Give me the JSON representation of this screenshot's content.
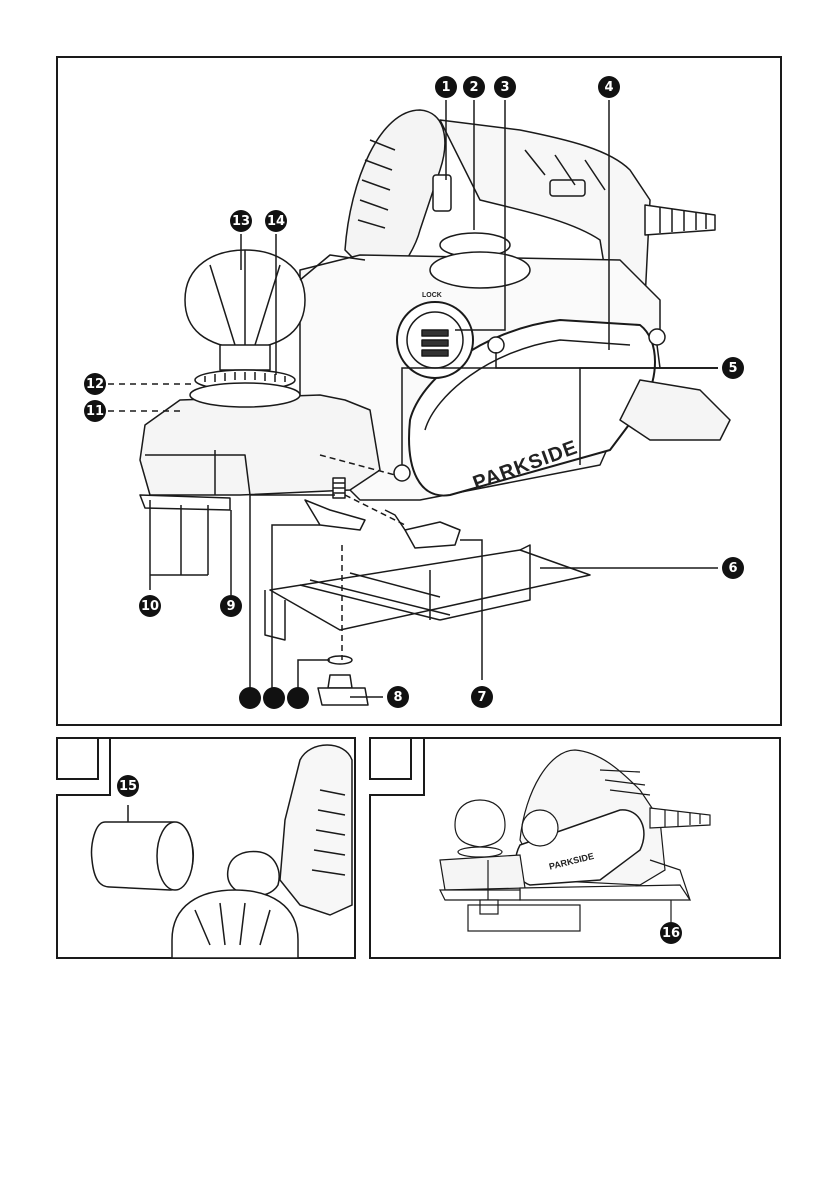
{
  "callouts": {
    "c1": "1",
    "c2": "2",
    "c3": "3",
    "c4": "4",
    "c5": "5",
    "c6": "6",
    "c7": "7",
    "c8": "8",
    "c9": "9",
    "c10": "10",
    "c11": "11",
    "c12": "12",
    "c13": "13",
    "c14": "14",
    "c15": "15",
    "c16": "16"
  },
  "brand_label": "PARKSIDE",
  "lock_label": "LOCK",
  "colors": {
    "line": "#1a1a1a",
    "callout_fill": "#111111",
    "background": "#ffffff"
  }
}
